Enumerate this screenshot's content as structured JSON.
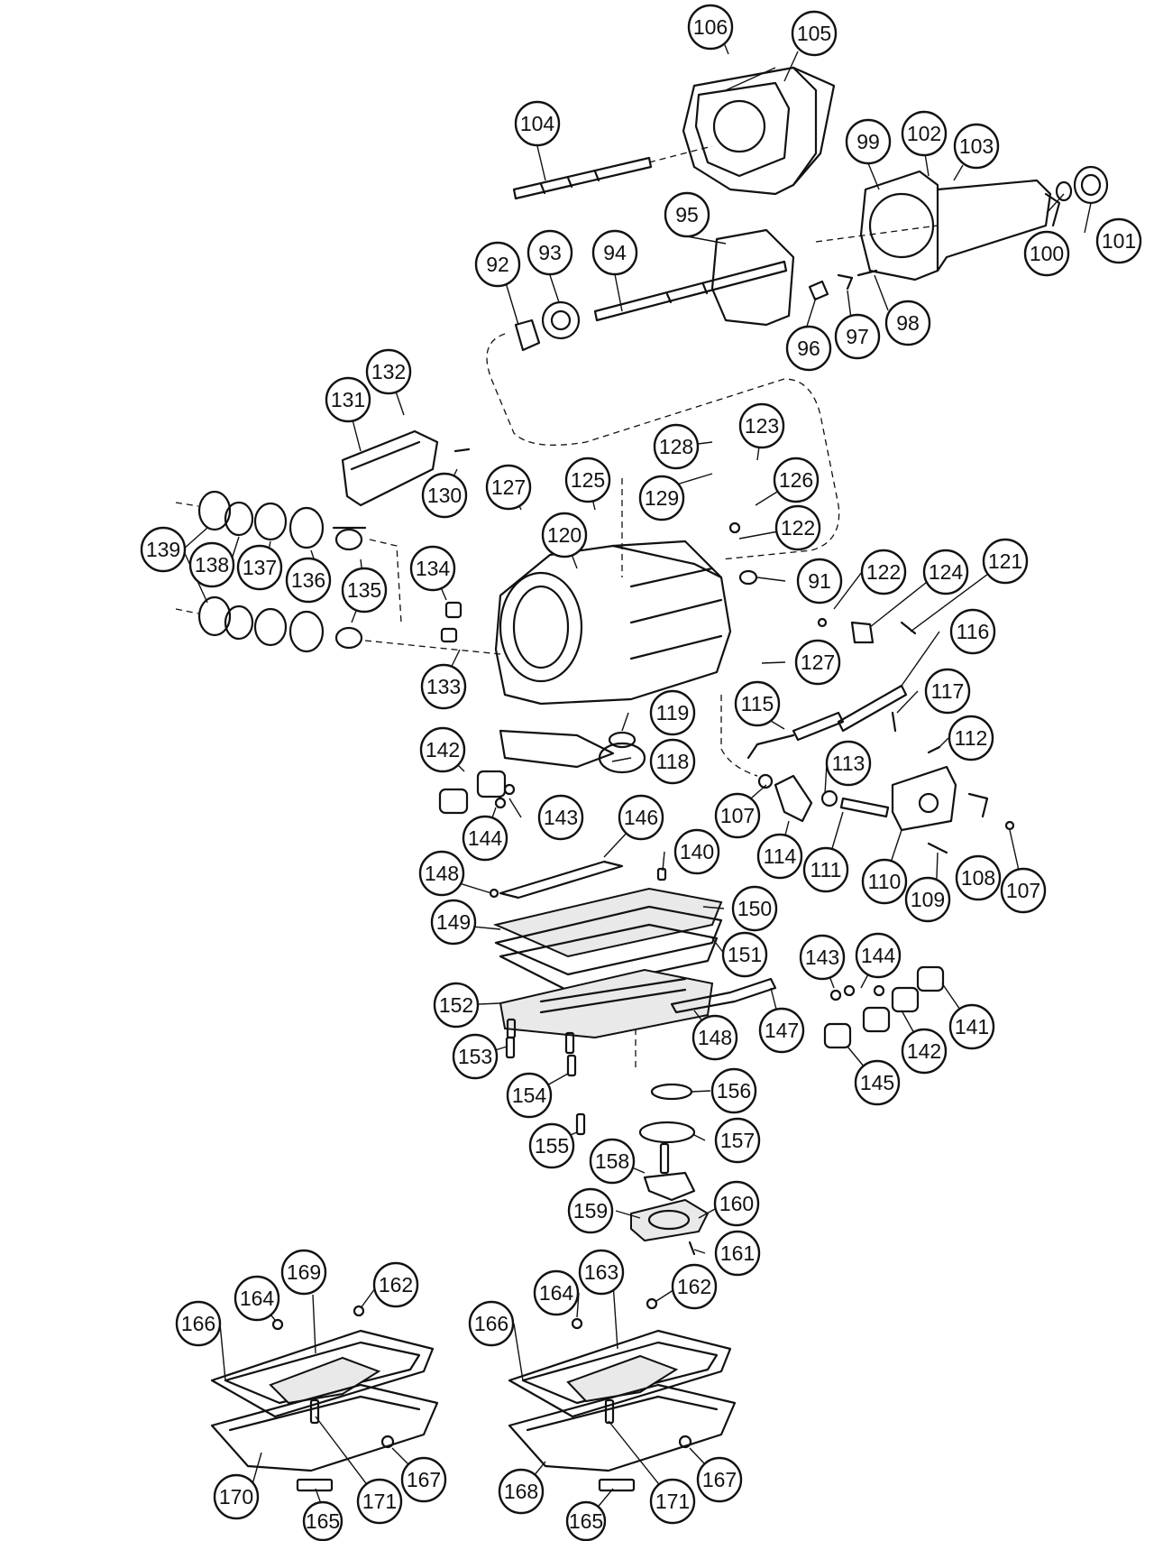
{
  "callouts": [
    {
      "key": "c106",
      "label": "106"
    },
    {
      "key": "c105",
      "label": "105"
    },
    {
      "key": "c104",
      "label": "104"
    },
    {
      "key": "c102",
      "label": "102"
    },
    {
      "key": "c99",
      "label": "99"
    },
    {
      "key": "c103",
      "label": "103"
    },
    {
      "key": "c95",
      "label": "95"
    },
    {
      "key": "c92",
      "label": "92"
    },
    {
      "key": "c93",
      "label": "93"
    },
    {
      "key": "c94",
      "label": "94"
    },
    {
      "key": "c100",
      "label": "100"
    },
    {
      "key": "c101",
      "label": "101"
    },
    {
      "key": "c98",
      "label": "98"
    },
    {
      "key": "c97",
      "label": "97"
    },
    {
      "key": "c96",
      "label": "96"
    },
    {
      "key": "c132",
      "label": "132"
    },
    {
      "key": "c131",
      "label": "131"
    },
    {
      "key": "c123",
      "label": "123"
    },
    {
      "key": "c128",
      "label": "128"
    },
    {
      "key": "c126",
      "label": "126"
    },
    {
      "key": "c127a",
      "label": "127"
    },
    {
      "key": "c125",
      "label": "125"
    },
    {
      "key": "c130",
      "label": "130"
    },
    {
      "key": "c129",
      "label": "129"
    },
    {
      "key": "c122a",
      "label": "122"
    },
    {
      "key": "c120",
      "label": "120"
    },
    {
      "key": "c139",
      "label": "139"
    },
    {
      "key": "c138",
      "label": "138"
    },
    {
      "key": "c137",
      "label": "137"
    },
    {
      "key": "c136",
      "label": "136"
    },
    {
      "key": "c135",
      "label": "135"
    },
    {
      "key": "c134",
      "label": "134"
    },
    {
      "key": "c91",
      "label": "91"
    },
    {
      "key": "c122b",
      "label": "122"
    },
    {
      "key": "c124",
      "label": "124"
    },
    {
      "key": "c121",
      "label": "121"
    },
    {
      "key": "c116",
      "label": "116"
    },
    {
      "key": "c127b",
      "label": "127"
    },
    {
      "key": "c133",
      "label": "133"
    },
    {
      "key": "c117",
      "label": "117"
    },
    {
      "key": "c115",
      "label": "115"
    },
    {
      "key": "c119",
      "label": "119"
    },
    {
      "key": "c112",
      "label": "112"
    },
    {
      "key": "c142a",
      "label": "142"
    },
    {
      "key": "c118",
      "label": "118"
    },
    {
      "key": "c113",
      "label": "113"
    },
    {
      "key": "c143a",
      "label": "143"
    },
    {
      "key": "c107a",
      "label": "107"
    },
    {
      "key": "c144a",
      "label": "144"
    },
    {
      "key": "c146",
      "label": "146"
    },
    {
      "key": "c114",
      "label": "114"
    },
    {
      "key": "c140",
      "label": "140"
    },
    {
      "key": "c111",
      "label": "111"
    },
    {
      "key": "c110",
      "label": "110"
    },
    {
      "key": "c108",
      "label": "108"
    },
    {
      "key": "c107b",
      "label": "107"
    },
    {
      "key": "c148a",
      "label": "148"
    },
    {
      "key": "c109",
      "label": "109"
    },
    {
      "key": "c150",
      "label": "150"
    },
    {
      "key": "c149",
      "label": "149"
    },
    {
      "key": "c151",
      "label": "151"
    },
    {
      "key": "c143b",
      "label": "143"
    },
    {
      "key": "c144b",
      "label": "144"
    },
    {
      "key": "c152",
      "label": "152"
    },
    {
      "key": "c141",
      "label": "141"
    },
    {
      "key": "c147",
      "label": "147"
    },
    {
      "key": "c148b",
      "label": "148"
    },
    {
      "key": "c153",
      "label": "153"
    },
    {
      "key": "c142b",
      "label": "142"
    },
    {
      "key": "c145",
      "label": "145"
    },
    {
      "key": "c154",
      "label": "154"
    },
    {
      "key": "c156",
      "label": "156"
    },
    {
      "key": "c155",
      "label": "155"
    },
    {
      "key": "c157",
      "label": "157"
    },
    {
      "key": "c158",
      "label": "158"
    },
    {
      "key": "c159",
      "label": "159"
    },
    {
      "key": "c160",
      "label": "160"
    },
    {
      "key": "c161",
      "label": "161"
    },
    {
      "key": "c169",
      "label": "169"
    },
    {
      "key": "c162a",
      "label": "162"
    },
    {
      "key": "c164a",
      "label": "164"
    },
    {
      "key": "c163",
      "label": "163"
    },
    {
      "key": "c162b",
      "label": "162"
    },
    {
      "key": "c164b",
      "label": "164"
    },
    {
      "key": "c166a",
      "label": "166"
    },
    {
      "key": "c166b",
      "label": "166"
    },
    {
      "key": "c167a",
      "label": "167"
    },
    {
      "key": "c167b",
      "label": "167"
    },
    {
      "key": "c170",
      "label": "170"
    },
    {
      "key": "c171a",
      "label": "171"
    },
    {
      "key": "c168",
      "label": "168"
    },
    {
      "key": "c171b",
      "label": "171"
    },
    {
      "key": "c165a",
      "label": "165"
    },
    {
      "key": "c165b",
      "label": "165"
    }
  ]
}
